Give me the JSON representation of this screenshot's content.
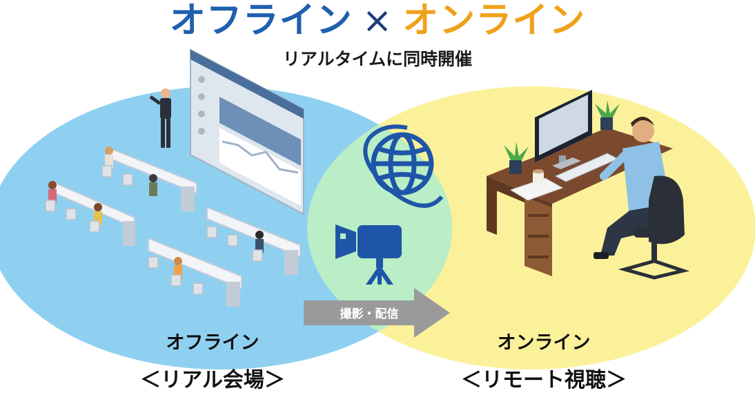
{
  "title": {
    "offline": "オフライン",
    "cross": "×",
    "online": "オンライン"
  },
  "subtitle": "リアルタイムに同時開催",
  "offline": {
    "label": "オフライン",
    "venue": "＜リアル会場＞"
  },
  "online": {
    "label": "オンライン",
    "venue": "＜リモート視聴＞"
  },
  "arrow_label": "撮影・配信",
  "colors": {
    "offline_blue": "#1f5fae",
    "online_orange": "#f0a11c",
    "offline_circle": "#8fd0f0",
    "online_circle": "#fbf19a",
    "overlap": "#b9eec6",
    "icon_blue": "#1f55a8",
    "arrow_gray": "#9a9a9a"
  },
  "icons": [
    "globe-icon",
    "video-camera-icon"
  ]
}
